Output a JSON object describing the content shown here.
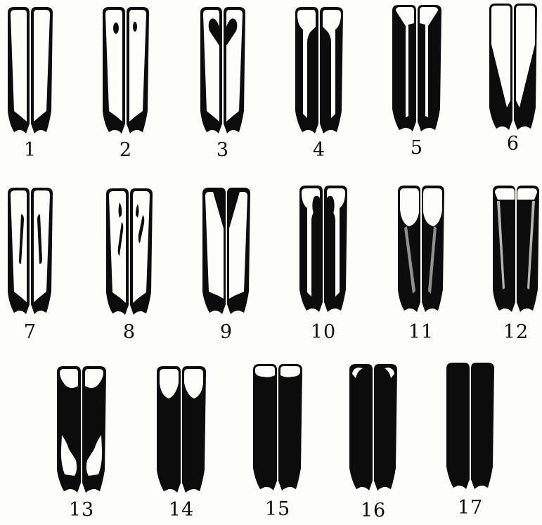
{
  "colors": {
    "ink": "#0c0c0c",
    "paper": "#fdfdf9"
  },
  "figures": [
    {
      "label": "1",
      "pattern": "outline"
    },
    {
      "label": "2",
      "pattern": "outline-dots"
    },
    {
      "label": "3",
      "pattern": "outline-cluster"
    },
    {
      "label": "4",
      "pattern": "inner-stripe"
    },
    {
      "label": "5",
      "pattern": "wide-band"
    },
    {
      "label": "6",
      "pattern": "tapered-band"
    },
    {
      "label": "7",
      "pattern": "outline-streak"
    },
    {
      "label": "8",
      "pattern": "outline-streak-dots"
    },
    {
      "label": "9",
      "pattern": "center-wedge"
    },
    {
      "label": "10",
      "pattern": "inner-stripe-cluster"
    },
    {
      "label": "11",
      "pattern": "speckled-wedge"
    },
    {
      "label": "12",
      "pattern": "speckled-core"
    },
    {
      "label": "13",
      "pattern": "two-spots"
    },
    {
      "label": "14",
      "pattern": "tip-spot"
    },
    {
      "label": "15",
      "pattern": "tip-crescent"
    },
    {
      "label": "16",
      "pattern": "corner-crescent"
    },
    {
      "label": "17",
      "pattern": "solid"
    }
  ]
}
